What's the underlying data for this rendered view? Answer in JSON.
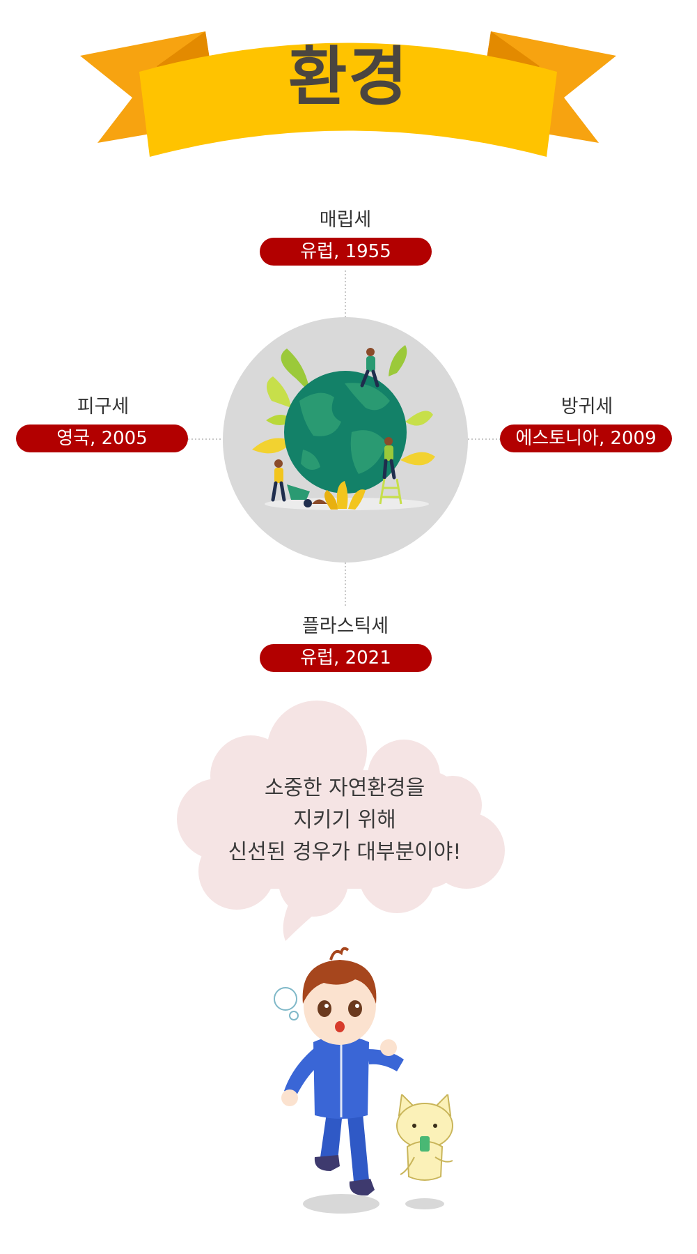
{
  "banner": {
    "title": "환경"
  },
  "taxes": [
    {
      "name": "매립세",
      "origin": "유럽, 1955"
    },
    {
      "name": "피구세",
      "origin": "영국, 2005"
    },
    {
      "name": "방귀세",
      "origin": "에스토니아, 2009"
    },
    {
      "name": "플라스틱세",
      "origin": "유럽, 2021"
    }
  ],
  "bubble": {
    "lines": [
      "소중한 자연환경을",
      "지키기 위해",
      "신선된 경우가 대부분이야!"
    ]
  },
  "colors": {
    "banner_yellow": "#ffc300",
    "banner_orange": "#f7a310",
    "pill_red": "#b20000",
    "bubble_pink": "#f5e4e4",
    "circle_grey": "#d9d9d9"
  },
  "icons": [
    "globe-illustration",
    "boy-character",
    "cat-character"
  ]
}
